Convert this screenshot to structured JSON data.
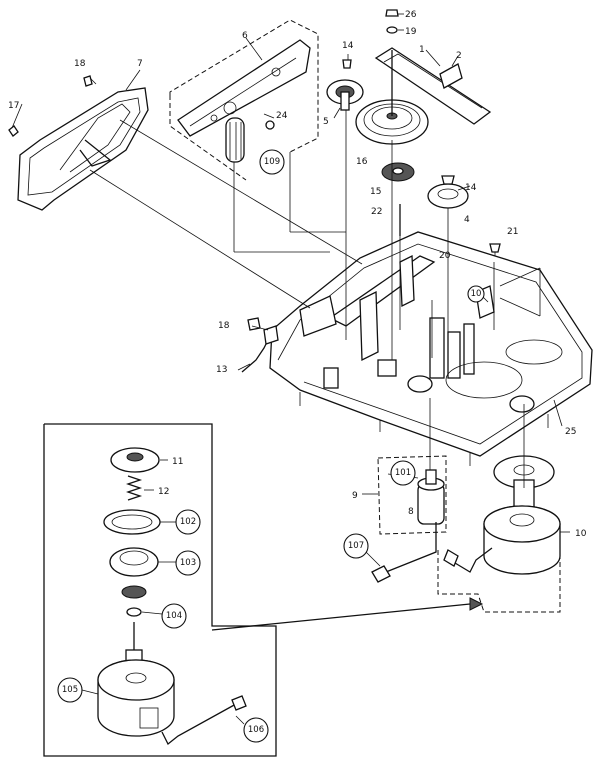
{
  "callouts": {
    "c1": "1",
    "c2": "2",
    "c4": "4",
    "c5": "5",
    "c6": "6",
    "c7": "7",
    "c8": "8",
    "c9": "9",
    "c10": "10",
    "c11": "11",
    "c12": "12",
    "c13": "13",
    "c14a": "14",
    "c14b": "14",
    "c15": "15",
    "c16": "16",
    "c17": "17",
    "c18a": "18",
    "c18b": "18",
    "c19": "19",
    "c20": "20",
    "c21": "21",
    "c22": "22",
    "c24": "24",
    "c25": "25",
    "c26": "26"
  },
  "circled": {
    "p101": "101",
    "p102": "102",
    "p103": "103",
    "p104": "104",
    "p105": "105",
    "p106": "106",
    "p107": "107",
    "p109": "109",
    "p110": "10"
  },
  "colors": {
    "ink": "#111111",
    "paper": "#ffffff"
  }
}
